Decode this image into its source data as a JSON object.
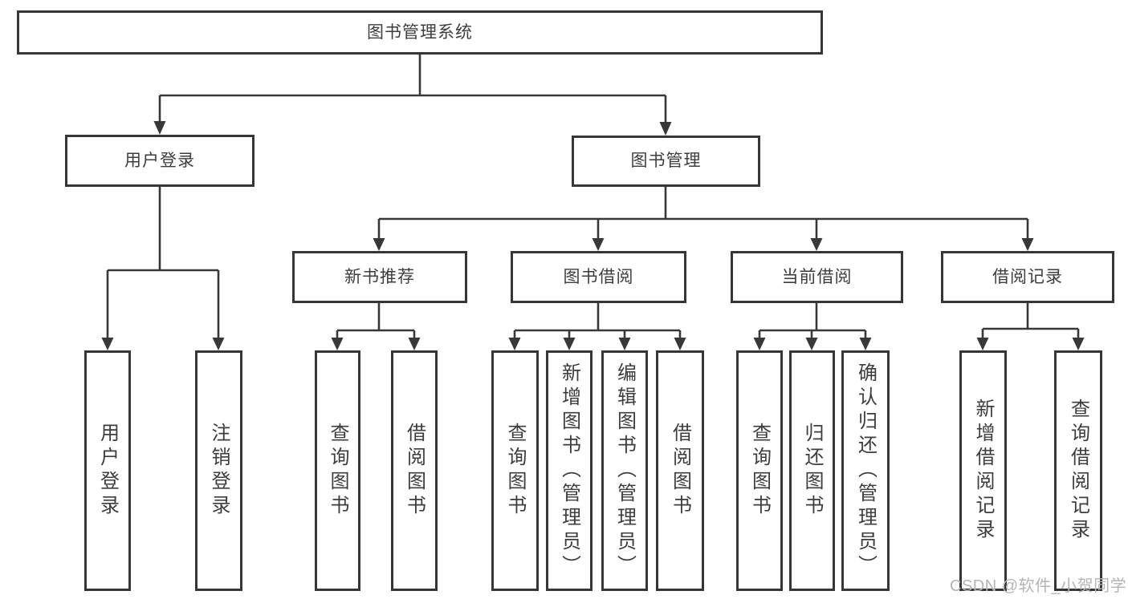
{
  "tree": {
    "label": "图书管理系统",
    "children": [
      {
        "label": "用户登录",
        "children": [
          {
            "label": "用户登录"
          },
          {
            "label": "注销登录"
          }
        ]
      },
      {
        "label": "图书管理",
        "children": [
          {
            "label": "新书推荐",
            "children": [
              {
                "label": "查询图书"
              },
              {
                "label": "借阅图书"
              }
            ]
          },
          {
            "label": "图书借阅",
            "children": [
              {
                "label": "查询图书"
              },
              {
                "label": "新增图书（管理员）"
              },
              {
                "label": "编辑图书（管理员）"
              },
              {
                "label": "借阅图书"
              }
            ]
          },
          {
            "label": "当前借阅",
            "children": [
              {
                "label": "查询图书"
              },
              {
                "label": "归还图书"
              },
              {
                "label": "确认归还（管理员）"
              }
            ]
          },
          {
            "label": "借阅记录",
            "children": [
              {
                "label": "新增借阅记录"
              },
              {
                "label": "查询借阅记录"
              }
            ]
          }
        ]
      }
    ]
  },
  "watermark": "CSDN @软件_小贺同学",
  "colors": {
    "line": "#383838",
    "box_border": "#363636",
    "text": "#3d3d3d",
    "watermark": "#b5b5b5",
    "background": "#ffffff"
  }
}
